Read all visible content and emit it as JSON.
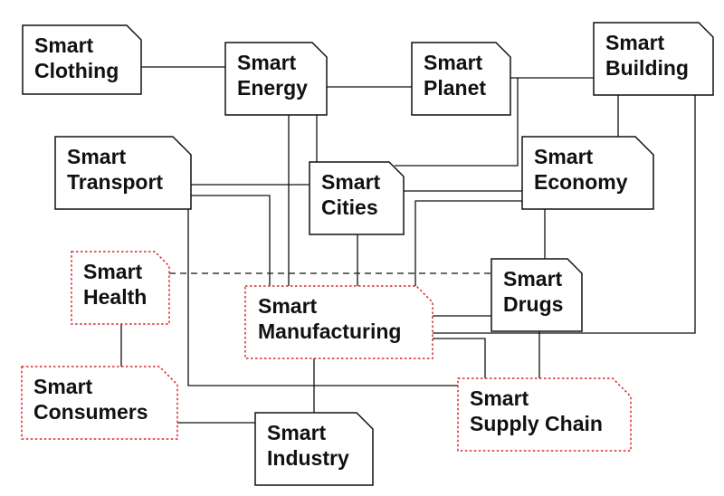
{
  "diagram": {
    "nodes": [
      {
        "id": "clothing",
        "line1": "Smart",
        "line2": "Clothing",
        "style": "solid"
      },
      {
        "id": "energy",
        "line1": "Smart",
        "line2": "Energy",
        "style": "solid"
      },
      {
        "id": "planet",
        "line1": "Smart",
        "line2": "Planet",
        "style": "solid"
      },
      {
        "id": "building",
        "line1": "Smart",
        "line2": "Building",
        "style": "solid"
      },
      {
        "id": "transport",
        "line1": "Smart",
        "line2": "Transport",
        "style": "solid"
      },
      {
        "id": "cities",
        "line1": "Smart",
        "line2": "Cities",
        "style": "solid"
      },
      {
        "id": "economy",
        "line1": "Smart",
        "line2": "Economy",
        "style": "solid"
      },
      {
        "id": "health",
        "line1": "Smart",
        "line2": "Health",
        "style": "dotted"
      },
      {
        "id": "drugs",
        "line1": "Smart",
        "line2": "Drugs",
        "style": "solid"
      },
      {
        "id": "manufacturing",
        "line1": "Smart",
        "line2": "Manufacturing",
        "style": "dotted"
      },
      {
        "id": "consumers",
        "line1": "Smart",
        "line2": "Consumers",
        "style": "dotted"
      },
      {
        "id": "supply_chain",
        "line1": "Smart",
        "line2": "Supply Chain",
        "style": "dotted"
      },
      {
        "id": "industry",
        "line1": "Smart",
        "line2": "Industry",
        "style": "solid"
      }
    ],
    "edges": [
      {
        "from": "clothing",
        "to": "energy",
        "style": "solid"
      },
      {
        "from": "energy",
        "to": "planet",
        "style": "solid"
      },
      {
        "from": "planet",
        "to": "building",
        "style": "solid"
      },
      {
        "from": "building",
        "to": "cities",
        "style": "solid"
      },
      {
        "from": "building",
        "to": "economy",
        "style": "solid"
      },
      {
        "from": "building",
        "to": "manufacturing",
        "style": "solid"
      },
      {
        "from": "energy",
        "to": "cities",
        "style": "solid"
      },
      {
        "from": "energy",
        "to": "manufacturing",
        "style": "solid"
      },
      {
        "from": "transport",
        "to": "cities",
        "style": "solid"
      },
      {
        "from": "transport",
        "to": "manufacturing",
        "style": "solid"
      },
      {
        "from": "transport",
        "to": "supply_chain",
        "style": "solid"
      },
      {
        "from": "cities",
        "to": "economy",
        "style": "solid"
      },
      {
        "from": "cities",
        "to": "manufacturing",
        "style": "solid"
      },
      {
        "from": "economy",
        "to": "manufacturing",
        "style": "solid"
      },
      {
        "from": "economy",
        "to": "drugs",
        "style": "solid"
      },
      {
        "from": "health",
        "to": "drugs",
        "style": "dashed"
      },
      {
        "from": "health",
        "to": "consumers",
        "style": "solid"
      },
      {
        "from": "manufacturing",
        "to": "drugs",
        "style": "solid"
      },
      {
        "from": "manufacturing",
        "to": "supply_chain",
        "style": "solid"
      },
      {
        "from": "manufacturing",
        "to": "industry",
        "style": "solid"
      },
      {
        "from": "drugs",
        "to": "supply_chain",
        "style": "solid"
      },
      {
        "from": "consumers",
        "to": "industry",
        "style": "solid"
      }
    ]
  }
}
